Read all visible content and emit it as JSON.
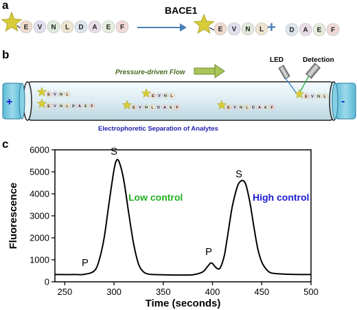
{
  "panel_a": {
    "letter": "a",
    "enzyme": "BACE1",
    "substrate": [
      "E",
      "V",
      "N",
      "L",
      "D",
      "A",
      "E",
      "F"
    ],
    "product_left": [
      "E",
      "V",
      "N",
      "L"
    ],
    "plus": "+",
    "product_right": [
      "D",
      "A",
      "E",
      "F"
    ]
  },
  "panel_b": {
    "letter": "b",
    "flow_label": "Pressure-driven Flow",
    "separation_label": "Electrophoretic Separation of Analytes",
    "led_label": "LED",
    "detection_label": "Detection",
    "anode": "+",
    "cathode": "-",
    "short_peptide": "EVNL",
    "long_peptide": "EVNLDAEF"
  },
  "panel_c": {
    "letter": "c",
    "low_label": "Low control",
    "high_label": "High control",
    "peak_labels": [
      "P",
      "S",
      "P",
      "S"
    ]
  },
  "colors": {
    "star": "#d8cc3a",
    "arrow": "#4a7fb5",
    "flow_arrow": "#8fae3c",
    "flow_text": "#4a6a1e",
    "separation_text": "#2020b0",
    "low_control": "#22b022",
    "high_control": "#1a1ad0",
    "capillary": "#d9edf5",
    "electrode": "#6cc6e0"
  },
  "chart_data": {
    "type": "line",
    "xlabel": "Time (seconds)",
    "ylabel": "Fluorescence",
    "xlim": [
      240,
      500
    ],
    "ylim": [
      0,
      6000
    ],
    "xticks": [
      250,
      300,
      350,
      400,
      450,
      500
    ],
    "yticks": [
      0,
      1000,
      2000,
      3000,
      4000,
      5000,
      6000
    ],
    "grid": false,
    "series": [
      {
        "x": [
          240,
          260,
          270,
          280,
          285,
          290,
          295,
          300,
          303,
          306,
          310,
          315,
          320,
          325,
          330,
          335,
          340,
          350,
          360,
          370,
          380,
          390,
          395,
          398,
          400,
          402,
          405,
          408,
          412,
          415,
          420,
          425,
          428,
          431,
          434,
          438,
          442,
          446,
          450,
          455,
          460,
          470,
          480,
          500
        ],
        "y": [
          330,
          330,
          340,
          500,
          1000,
          2000,
          3600,
          5100,
          5550,
          5350,
          4600,
          3100,
          1700,
          800,
          450,
          350,
          330,
          320,
          310,
          310,
          320,
          450,
          700,
          850,
          830,
          720,
          600,
          650,
          1200,
          2000,
          3400,
          4300,
          4550,
          4600,
          4400,
          3600,
          2500,
          1500,
          900,
          550,
          400,
          360,
          340,
          330
        ]
      }
    ]
  }
}
